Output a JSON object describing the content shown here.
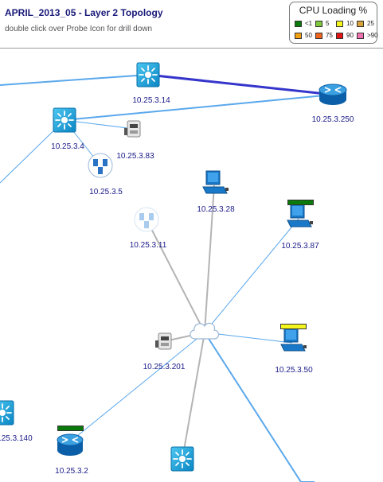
{
  "header": {
    "title": "APRIL_2013_05 - Layer 2 Topology",
    "subtitle": "double click over Probe Icon for drill down"
  },
  "legend": {
    "title": "CPU Loading %",
    "items": [
      {
        "label": "<1",
        "color": "#0a7a0a"
      },
      {
        "label": "5",
        "color": "#7ec83a"
      },
      {
        "label": "10",
        "color": "#f5f51e"
      },
      {
        "label": "25",
        "color": "#d8a23a"
      },
      {
        "label": "50",
        "color": "#f0a010"
      },
      {
        "label": "75",
        "color": "#f0641e"
      },
      {
        "label": "90",
        "color": "#e01414"
      },
      {
        "label": ">90",
        "color": "#f070b0"
      }
    ]
  },
  "nodes": {
    "n_10_25_3_14": {
      "label": "10.25.3.14",
      "icon": "switch-icon",
      "cpu": null
    },
    "n_10_25_3_250": {
      "label": "10.25.3.250",
      "icon": "router-icon",
      "cpu": null
    },
    "n_10_25_3_4": {
      "label": "10.25.3.4",
      "icon": "switch-icon",
      "cpu": null
    },
    "n_10_25_3_83": {
      "label": "10.25.3.83",
      "icon": "printer-icon",
      "cpu": null
    },
    "n_10_25_3_5": {
      "label": "10.25.3.5",
      "icon": "workgroup-icon",
      "cpu": null
    },
    "n_10_25_3_28": {
      "label": "10.25.3.28",
      "icon": "workstation-icon",
      "cpu": null
    },
    "n_10_25_3_87": {
      "label": "10.25.3.87",
      "icon": "workstation-icon",
      "cpu": "<1"
    },
    "n_10_25_3_11": {
      "label": "10.25.3.11",
      "icon": "workgroup-icon",
      "cpu": null
    },
    "n_10_25_3_201": {
      "label": "10.25.3.201",
      "icon": "printer-icon",
      "cpu": null
    },
    "n_10_25_3_50": {
      "label": "10.25.3.50",
      "icon": "workstation-icon",
      "cpu": "10"
    },
    "n_10_25_3_140": {
      "label": "0.25.3.140",
      "icon": "switch-icon",
      "cpu": null
    },
    "n_10_25_3_2": {
      "label": "10.25.3.2",
      "icon": "router-icon",
      "cpu": "<1"
    },
    "n_bottom_switch": {
      "label": "",
      "icon": "switch-icon",
      "cpu": null
    },
    "n_hub": {
      "label": "",
      "icon": "cloud-hub-icon",
      "cpu": null
    }
  }
}
